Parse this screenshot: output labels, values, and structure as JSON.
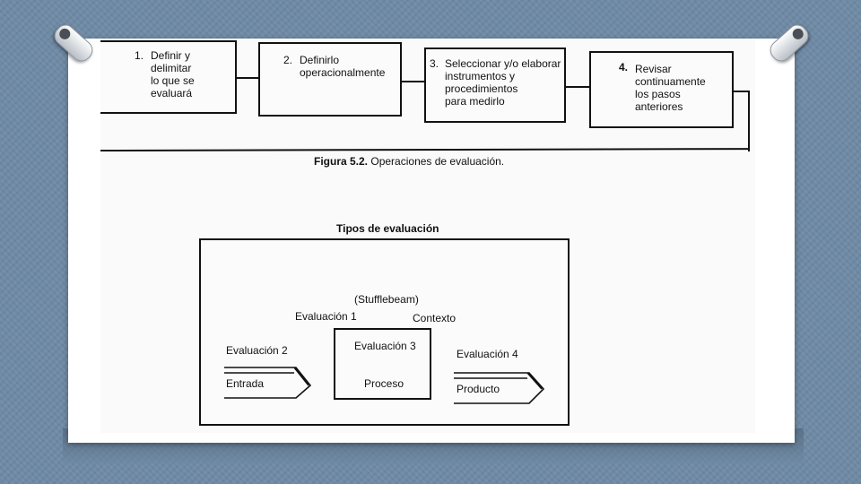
{
  "figure_5_2": {
    "steps": [
      {
        "number": "1.",
        "text": "Definir y\ndelimitar\nlo que se\nevaluará"
      },
      {
        "number": "2.",
        "text": "Definirlo\noperacionalmente"
      },
      {
        "number": "3.",
        "text": "Seleccionar y/o elaborar\ninstrumentos y\nprocedimientos\npara medirlo"
      },
      {
        "number": "4.",
        "text": "Revisar\ncontinuamente\nlos pasos\nanteriores"
      }
    ],
    "caption_label": "Figura 5.2.",
    "caption_text": "Operaciones de evaluación."
  },
  "tipos": {
    "title": "Tipos de evaluación",
    "stufflebeam": "(Stufflebeam)",
    "eval1": "Evaluación 1",
    "contexto": "Contexto",
    "eval2": "Evaluación 2",
    "entrada": "Entrada",
    "eval3": "Evaluación 3",
    "proceso": "Proceso",
    "eval4": "Evaluación 4",
    "producto": "Producto"
  }
}
